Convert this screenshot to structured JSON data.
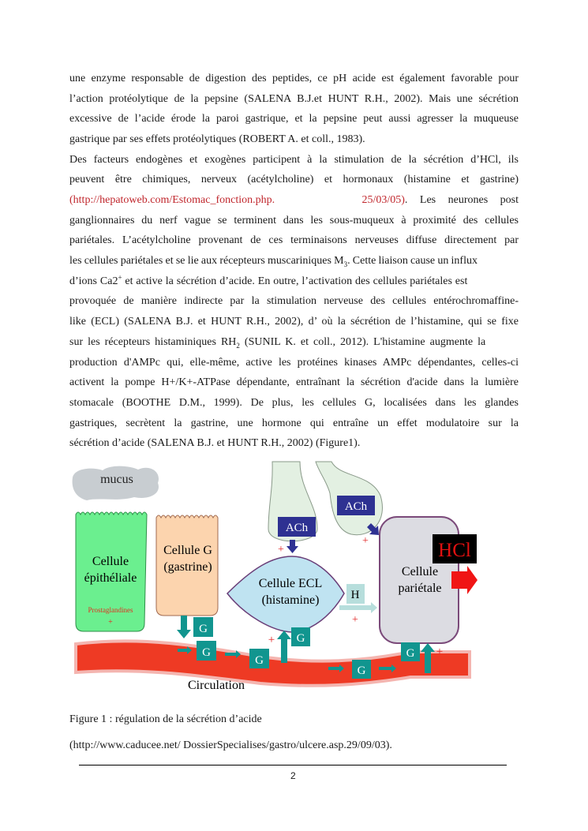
{
  "body_lines": [
    "une enzyme responsable de digestion des peptides, ce pH acide est également favorable pour",
    "l’action protéolytique de la pepsine (SALENA B.J.et HUNT R.H., 2002). Mais une sécrétion",
    "excessive de l’acide érode la paroi gastrique, et la pepsine peut aussi agresser la muqueuse",
    "gastrique par ses effets protéolytiques (ROBERT A. et coll., 1983).",
    "Des facteurs endogènes et exogènes participent à la stimulation de la sécrétion d’HCl, ils",
    "peuvent être chimiques, nerveux (acétylcholine) et hormonaux (histamine et gastrine)",
    "",
    "ganglionnaires du nerf vague se terminent dans les sous-muqueux à proximité des cellules",
    "pariétales. L’acétylcholine provenant de ces terminaisons nerveuses diffuse directement par",
    "",
    "",
    "provoquée de manière indirecte par la stimulation nerveuse des cellules entérochromaffine-",
    "like (ECL) (SALENA B.J. et HUNT R.H., 2002), d’ où la sécrétion de l’histamine, qui se fixe",
    "",
    "production d'AMPc qui, elle-même, active les protéines kinases AMPc dépendantes, celles-ci",
    "activent la pompe H+/K+-ATPase dépendante, entraînant la sécrétion d'acide dans la lumière",
    "stomacale (BOOTHE D.M., 1999). De plus, les cellules G, localisées dans les glandes",
    "gastriques, secrètent la gastrine, une hormone qui entraîne un effet modulatoire sur la",
    "sécrétion d’acide (SALENA B.J. et HUNT R.H., 2002) (Figure1)."
  ],
  "line7": {
    "link": "(http://hepatoweb.com/Estomac_fonction.php.",
    "date": "25/03/05)",
    "rest": ". Les neurones post"
  },
  "line10": {
    "a": "les cellules pariétales et se lie aux récepteurs muscariniques M",
    "sub": "3",
    "b": ". Cette  liaison cause un influx"
  },
  "line11": {
    "a": "d’ions Ca2",
    "sup": "+",
    "b": " et active la sécrétion d’acide.  En outre, l’activation des cellules pariétales est"
  },
  "line14": {
    "a": "sur les récepteurs histaminiques RH",
    "sub": "2",
    "b": " (SUNIL K. et coll., 2012). L'histamine augmente la"
  },
  "figure": {
    "mucus": "mucus",
    "epithelial_1": "Cellule",
    "epithelial_2": "épithéliale",
    "prostaglandines": "Prostaglandines",
    "plus": "+",
    "g_cell_1": "Cellule G",
    "g_cell_2": "(gastrine)",
    "ecl_1": "Cellule ECL",
    "ecl_2": "(histamine)",
    "parietal_1": "Cellule",
    "parietal_2": "pariétale",
    "ach": "ACh",
    "hcl": "HCl",
    "h": "H",
    "g": "G",
    "circulation": "Circulation",
    "colors": {
      "teal": "#11958f",
      "navy": "#2e3192",
      "blood": "#ee3a24",
      "hcl_text": "#e01010"
    }
  },
  "caption": "Figure 1 : régulation de la sécrétion d’acide",
  "source": "(http://www.caducee.net/ DossierSpecialises/gastro/ulcere.asp.29/09/03).",
  "page_number": "2"
}
